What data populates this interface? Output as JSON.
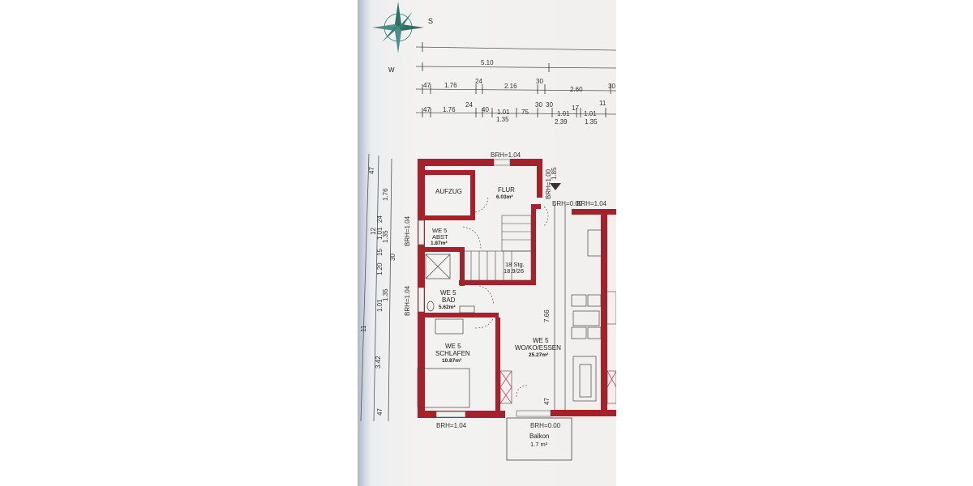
{
  "compass": {
    "south": "S",
    "west": "W"
  },
  "top_dims": {
    "row1": "5.10",
    "row2": [
      "47",
      "1.76",
      "24",
      "2.16",
      "30",
      "2.60",
      "30"
    ],
    "row3": [
      "47",
      "1.76",
      "24",
      "40",
      "1.01",
      "75",
      "30",
      "30",
      "17",
      "1.01",
      "11",
      "1.01"
    ],
    "row3_sub": [
      "1.35",
      "2.39",
      "1.35"
    ]
  },
  "left_dims": [
    "47",
    "1.76",
    "24",
    "1.01",
    "12",
    "1.35",
    "30",
    "15",
    "1.20",
    "1.35",
    "1.01",
    "11",
    "3.42",
    "47"
  ],
  "brh": {
    "top": "BRH=1.04",
    "flur_right": "BRH=1.00",
    "wo_top_a": "BRH=0.00",
    "wo_top_b": "BRH=1.04",
    "left_a": "BRH=1.04",
    "left_b": "BRH=1.04",
    "bottom_left": "BRH=1.04",
    "bottom_mid": "BRH=0.00"
  },
  "misc_dims": {
    "flur_gap": "1.85",
    "wo_height": "7.66",
    "balkon_gap": "47"
  },
  "rooms": {
    "aufzug": "AUFZUG",
    "flur": {
      "name": "FLUR",
      "area": "6.03m²"
    },
    "abst": {
      "line1": "WE 5",
      "line2": "ABST",
      "area": "1.87m²"
    },
    "stair": {
      "line1": "18 Stg.",
      "line2": "18.9/26"
    },
    "bad": {
      "line1": "WE 5",
      "line2": "BAD",
      "area": "5.62m²"
    },
    "schlafen": {
      "line1": "WE 5",
      "line2": "SCHLAFEN",
      "area": "10.87m²"
    },
    "wohnen": {
      "line1": "WE 5",
      "line2": "WO/KO/ESSEN",
      "area": "25.27m²"
    },
    "balkon": {
      "name": "Balkon",
      "area": "1.7 m²"
    }
  },
  "colors": {
    "wall": "#a8202a",
    "paper": "#f1f0ee",
    "compass": "#2f6f6a"
  }
}
